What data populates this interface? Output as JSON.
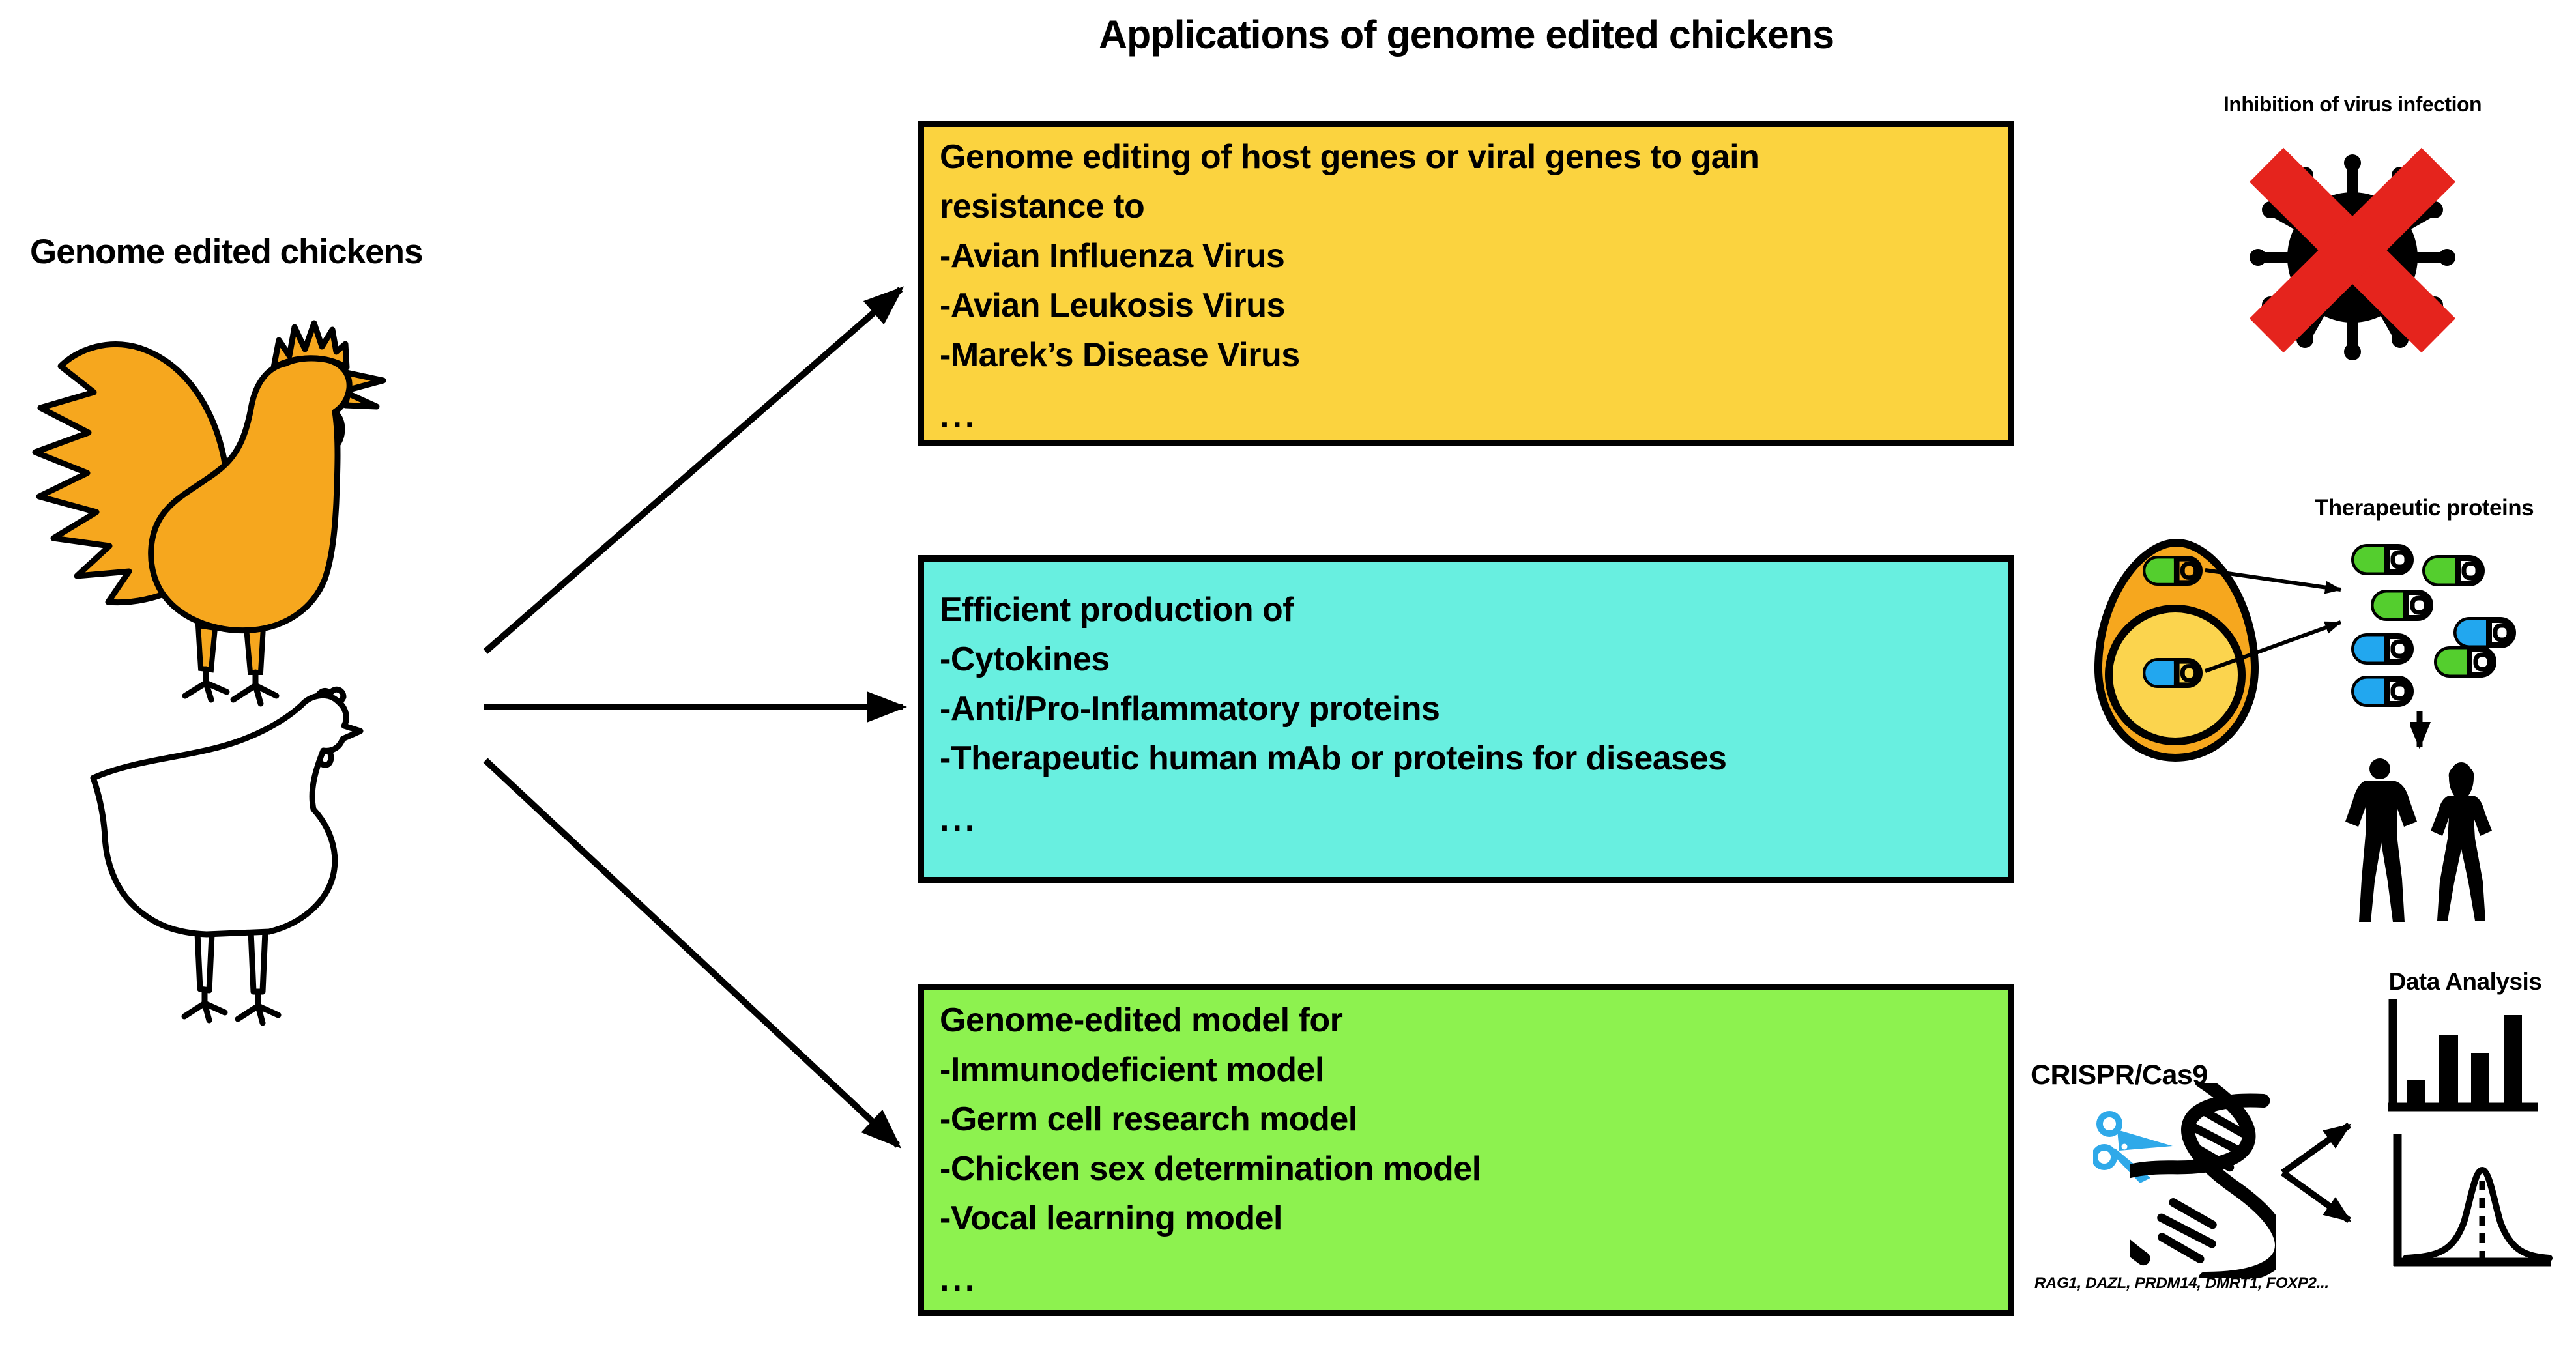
{
  "title": "Applications of genome edited chickens",
  "left_label": "Genome edited chickens",
  "boxes": [
    {
      "name": "virus-resistance",
      "bg": "#FBD33F",
      "lines": [
        "Genome editing of host genes or viral genes to gain",
        "resistance to",
        "-Avian Influenza Virus",
        "-Avian Leukosis Virus",
        "-Marek’s Disease Virus",
        "..."
      ]
    },
    {
      "name": "efficient-production",
      "bg": "#68EFE0",
      "lines": [
        "Efficient production of",
        "-Cytokines",
        "-Anti/Pro-Inflammatory proteins",
        "-Therapeutic human mAb or proteins for diseases",
        "..."
      ]
    },
    {
      "name": "genome-edited-models",
      "bg": "#8DF24F",
      "lines": [
        "Genome-edited model for",
        "-Immunodeficient model",
        "-Germ cell research model",
        "-Chicken sex determination model",
        "-Vocal learning model",
        "..."
      ]
    }
  ],
  "right_panel": {
    "inhibition_label": "Inhibition of virus infection",
    "therapeutic_label": "Therapeutic proteins",
    "crispr_label": "CRISPR/Cas9",
    "gene_list": "RAG1, DAZL, PRDM14, DMRT1, FOXP2...",
    "data_analysis_label": "Data Analysis"
  },
  "colors": {
    "orange": "#F6A71E",
    "yolk": "#FBD44E",
    "box-yellow": "#FBD33F",
    "box-cyan": "#68EFE0",
    "box-green": "#8DF24F",
    "pill-green": "#54CE2E",
    "pill-blue": "#22A7EF",
    "scissors-blue": "#2FA9E9",
    "x-red": "#E5241D"
  },
  "icons": {
    "rooster": "orange rooster silhouette",
    "hen": "white hen outline",
    "virus": "black virus particle crossed out by red X",
    "egg": "orange egg with yolk containing green and blue capsules",
    "pills": "cluster of 4 green and 3 blue capsules",
    "people": "man and woman silhouettes",
    "scissors": "blue scissors cutting DNA",
    "dna": "black DNA double helix",
    "bar-chart": "black bar chart",
    "bell-curve": "normal distribution curve with dashed mean line"
  }
}
